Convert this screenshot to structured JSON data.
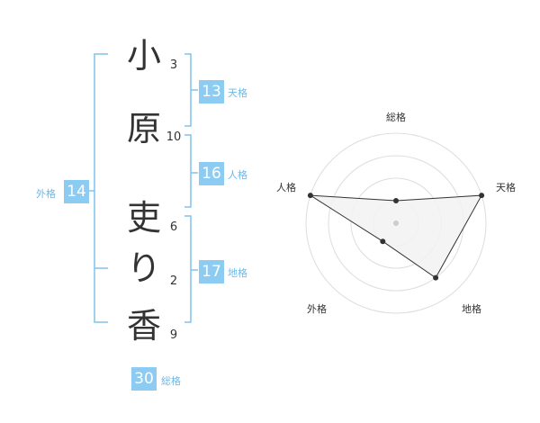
{
  "name": {
    "characters": [
      {
        "char": "小",
        "strokes": "3"
      },
      {
        "char": "原",
        "strokes": "10"
      },
      {
        "char": "吏",
        "strokes": "6"
      },
      {
        "char": "り",
        "strokes": "2"
      },
      {
        "char": "香",
        "strokes": "9"
      }
    ]
  },
  "fortune": {
    "tenkaku": {
      "value": "13",
      "label": "天格"
    },
    "jinkaku": {
      "value": "16",
      "label": "人格"
    },
    "chikaku": {
      "value": "17",
      "label": "地格"
    },
    "gaikaku": {
      "value": "14",
      "label": "外格"
    },
    "soukaku": {
      "value": "30",
      "label": "総格"
    }
  },
  "radar": {
    "axes": [
      "総格",
      "天格",
      "地格",
      "外格",
      "人格"
    ],
    "levels": 4,
    "scores": [
      1,
      4,
      3,
      1,
      4
    ],
    "max": 4
  },
  "colors": {
    "accent": "#8cccf2",
    "bracket": "#7fc4ee",
    "radar_fill": "#f2f2f2",
    "radar_line": "#333333",
    "grid": "#dddddd"
  }
}
